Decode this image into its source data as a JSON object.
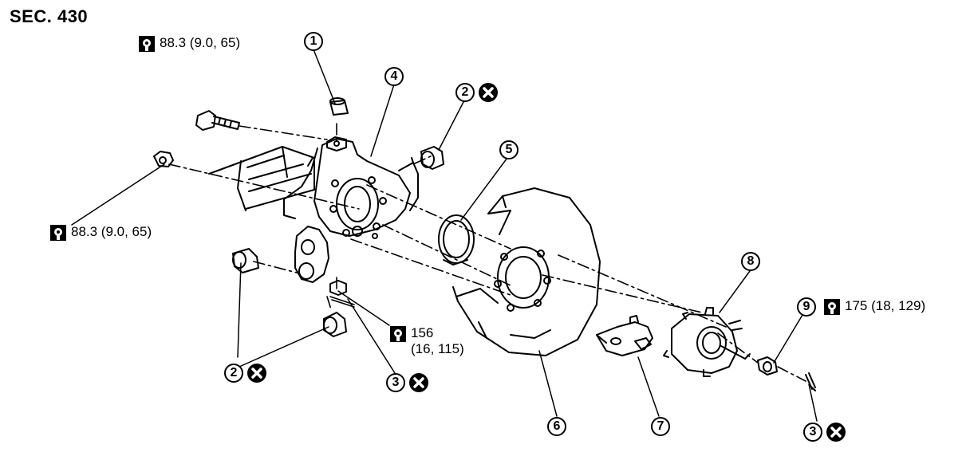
{
  "section": "SEC. 430",
  "torque_specs": {
    "upper_bolt": "88.3 (9.0, 65)",
    "left_nut": "88.3 (9.0, 65)",
    "lower_nut_line1": "156",
    "lower_nut_line2": "(16, 115)",
    "hub_nut": "175 (18, 129)"
  },
  "callouts": {
    "c1": "1",
    "c2a": "2",
    "c2b": "2",
    "c3a": "3",
    "c3b": "3",
    "c4": "4",
    "c5": "5",
    "c6": "6",
    "c7": "7",
    "c8": "8",
    "c9": "9"
  },
  "icons": {
    "torque": "torque-wrench-icon",
    "replace": "do-not-reuse-icon"
  }
}
